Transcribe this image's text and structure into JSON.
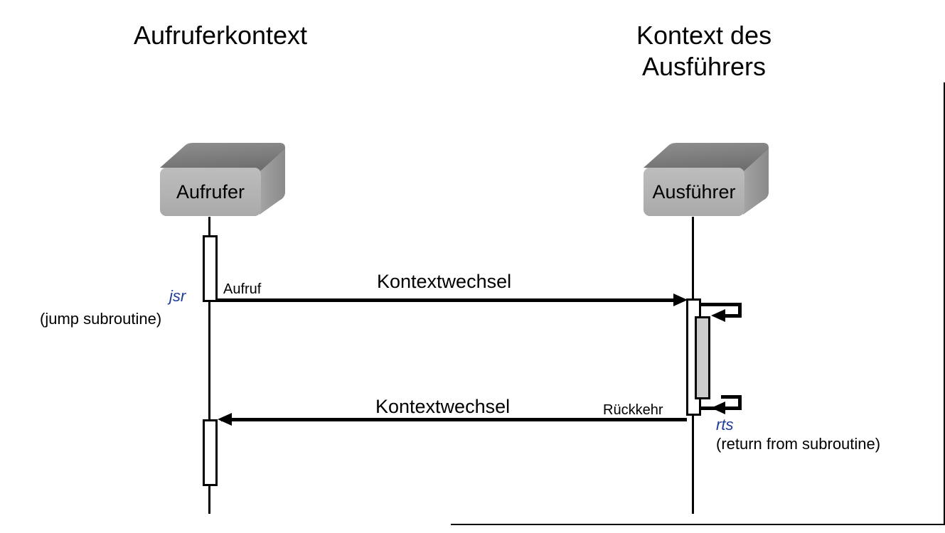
{
  "diagram": {
    "type": "uml-sequence-diagram",
    "language": "de",
    "background_color": "#ffffff",
    "accent_color": "#1f3c99"
  },
  "columns": {
    "left": {
      "title": "Aufruferkontext"
    },
    "right": {
      "title": "Kontext des\nAusführers"
    }
  },
  "participants": [
    {
      "id": "caller",
      "label": "Aufrufer"
    },
    {
      "id": "callee",
      "label": "Ausführer"
    }
  ],
  "messages": [
    {
      "id": "call",
      "primary_label": "Kontextwechsel",
      "secondary_label": "Aufruf",
      "direction": "right"
    },
    {
      "id": "return",
      "primary_label": "Kontextwechsel",
      "secondary_label": "Rückkehr",
      "direction": "left"
    }
  ],
  "annotations": [
    {
      "id": "jsr",
      "mnemonic": "jsr",
      "expansion": "(jump subroutine)",
      "color": "#1f3c99"
    },
    {
      "id": "rts",
      "mnemonic": "rts",
      "expansion": "(return from subroutine)",
      "color": "#1f3c99"
    }
  ]
}
